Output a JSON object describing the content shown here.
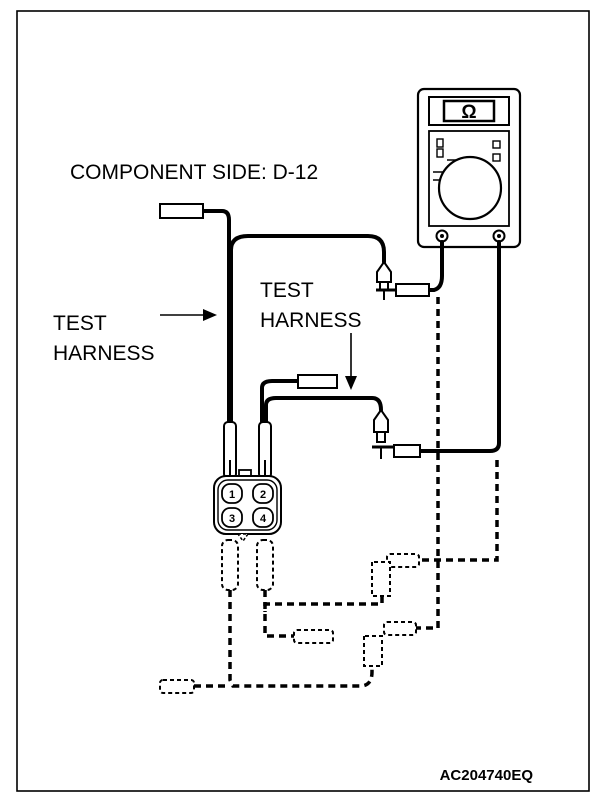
{
  "labels": {
    "component_side": "COMPONENT SIDE: D-12",
    "test_harness_left": [
      "TEST",
      "HARNESS"
    ],
    "test_harness_right": [
      "TEST",
      "HARNESS"
    ],
    "figure_code": "AC204740EQ"
  },
  "meter": {
    "display_symbol": "Ω"
  },
  "connector": {
    "pins": [
      "1",
      "2",
      "3",
      "4"
    ]
  }
}
